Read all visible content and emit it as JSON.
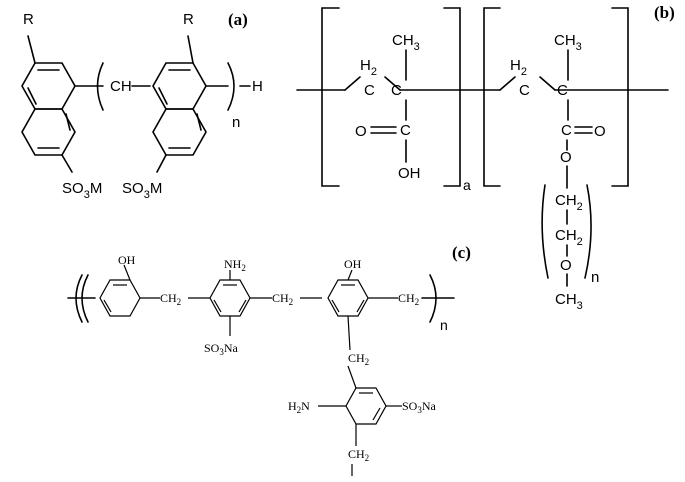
{
  "panels": {
    "a": {
      "label": "(a)",
      "r1": "R",
      "r2": "R",
      "ch": "CH",
      "h": "H",
      "n": "n",
      "so3m_1": "SO",
      "so3m_1_sub": "3",
      "so3m_1_m": "M",
      "so3m_2": "SO",
      "so3m_2_sub": "3",
      "so3m_2_m": "M"
    },
    "b": {
      "label": "(b)",
      "h2_1": "H",
      "h2_1_sub": "2",
      "c1": "C",
      "ch3_1": "CH",
      "ch3_1_sub": "3",
      "c2": "C",
      "o1": "O",
      "c_carb1": "C",
      "oh": "OH",
      "a": "a",
      "h2_2": "H",
      "h2_2_sub": "2",
      "c3": "C",
      "ch3_2": "CH",
      "ch3_2_sub": "3",
      "c4": "C",
      "c_carb2": "C",
      "o2": "O",
      "o_ester": "O",
      "ch2_1": "CH",
      "ch2_1_sub": "2",
      "ch2_2": "CH",
      "ch2_2_sub": "2",
      "o_ether": "O",
      "ch3_3": "CH",
      "ch3_3_sub": "3",
      "n": "n"
    },
    "c": {
      "label": "(c)",
      "oh1": "OH",
      "nh2_1": "NH",
      "nh2_1_sub": "2",
      "oh2": "OH",
      "ch2_1": "CH",
      "ch2_1_sub": "2",
      "ch2_2": "CH",
      "ch2_2_sub": "2",
      "ch2_3": "CH",
      "ch2_3_sub": "2",
      "so3na_1": "SO",
      "so3na_1_sub": "3",
      "so3na_1_na": "Na",
      "ch2_4": "CH",
      "ch2_4_sub": "2",
      "h2n": "H",
      "h2n_sub": "2",
      "h2n_n": "N",
      "so3na_2": "SO",
      "so3na_2_sub": "3",
      "so3na_2_na": "Na",
      "ch2_5": "CH",
      "ch2_5_sub": "2",
      "n": "n"
    }
  }
}
